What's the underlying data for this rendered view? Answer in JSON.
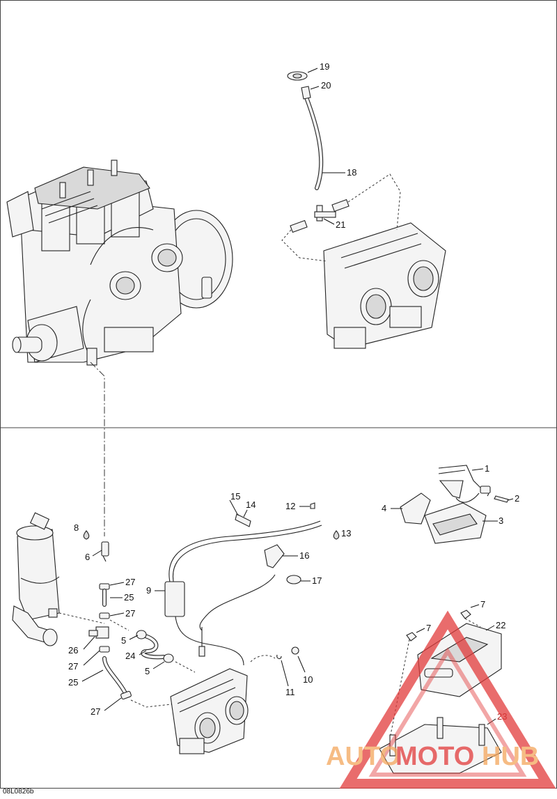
{
  "diagram": {
    "drawing_code": "08L0826b",
    "callouts": [
      "1",
      "2",
      "3",
      "4",
      "5",
      "6",
      "7",
      "8",
      "9",
      "10",
      "11",
      "12",
      "13",
      "14",
      "15",
      "16",
      "17",
      "18",
      "19",
      "20",
      "21",
      "22",
      "23",
      "24",
      "25",
      "26",
      "27"
    ],
    "watermark": {
      "text_a": "AUTO",
      "text_b": "MOTO",
      "text_c": "HUB"
    },
    "colors": {
      "line": "#222222",
      "fill": "#f4f4f4",
      "callout_red": "#b22222",
      "watermark_orange": "#f4a65c",
      "watermark_red": "#e23b3b"
    }
  }
}
